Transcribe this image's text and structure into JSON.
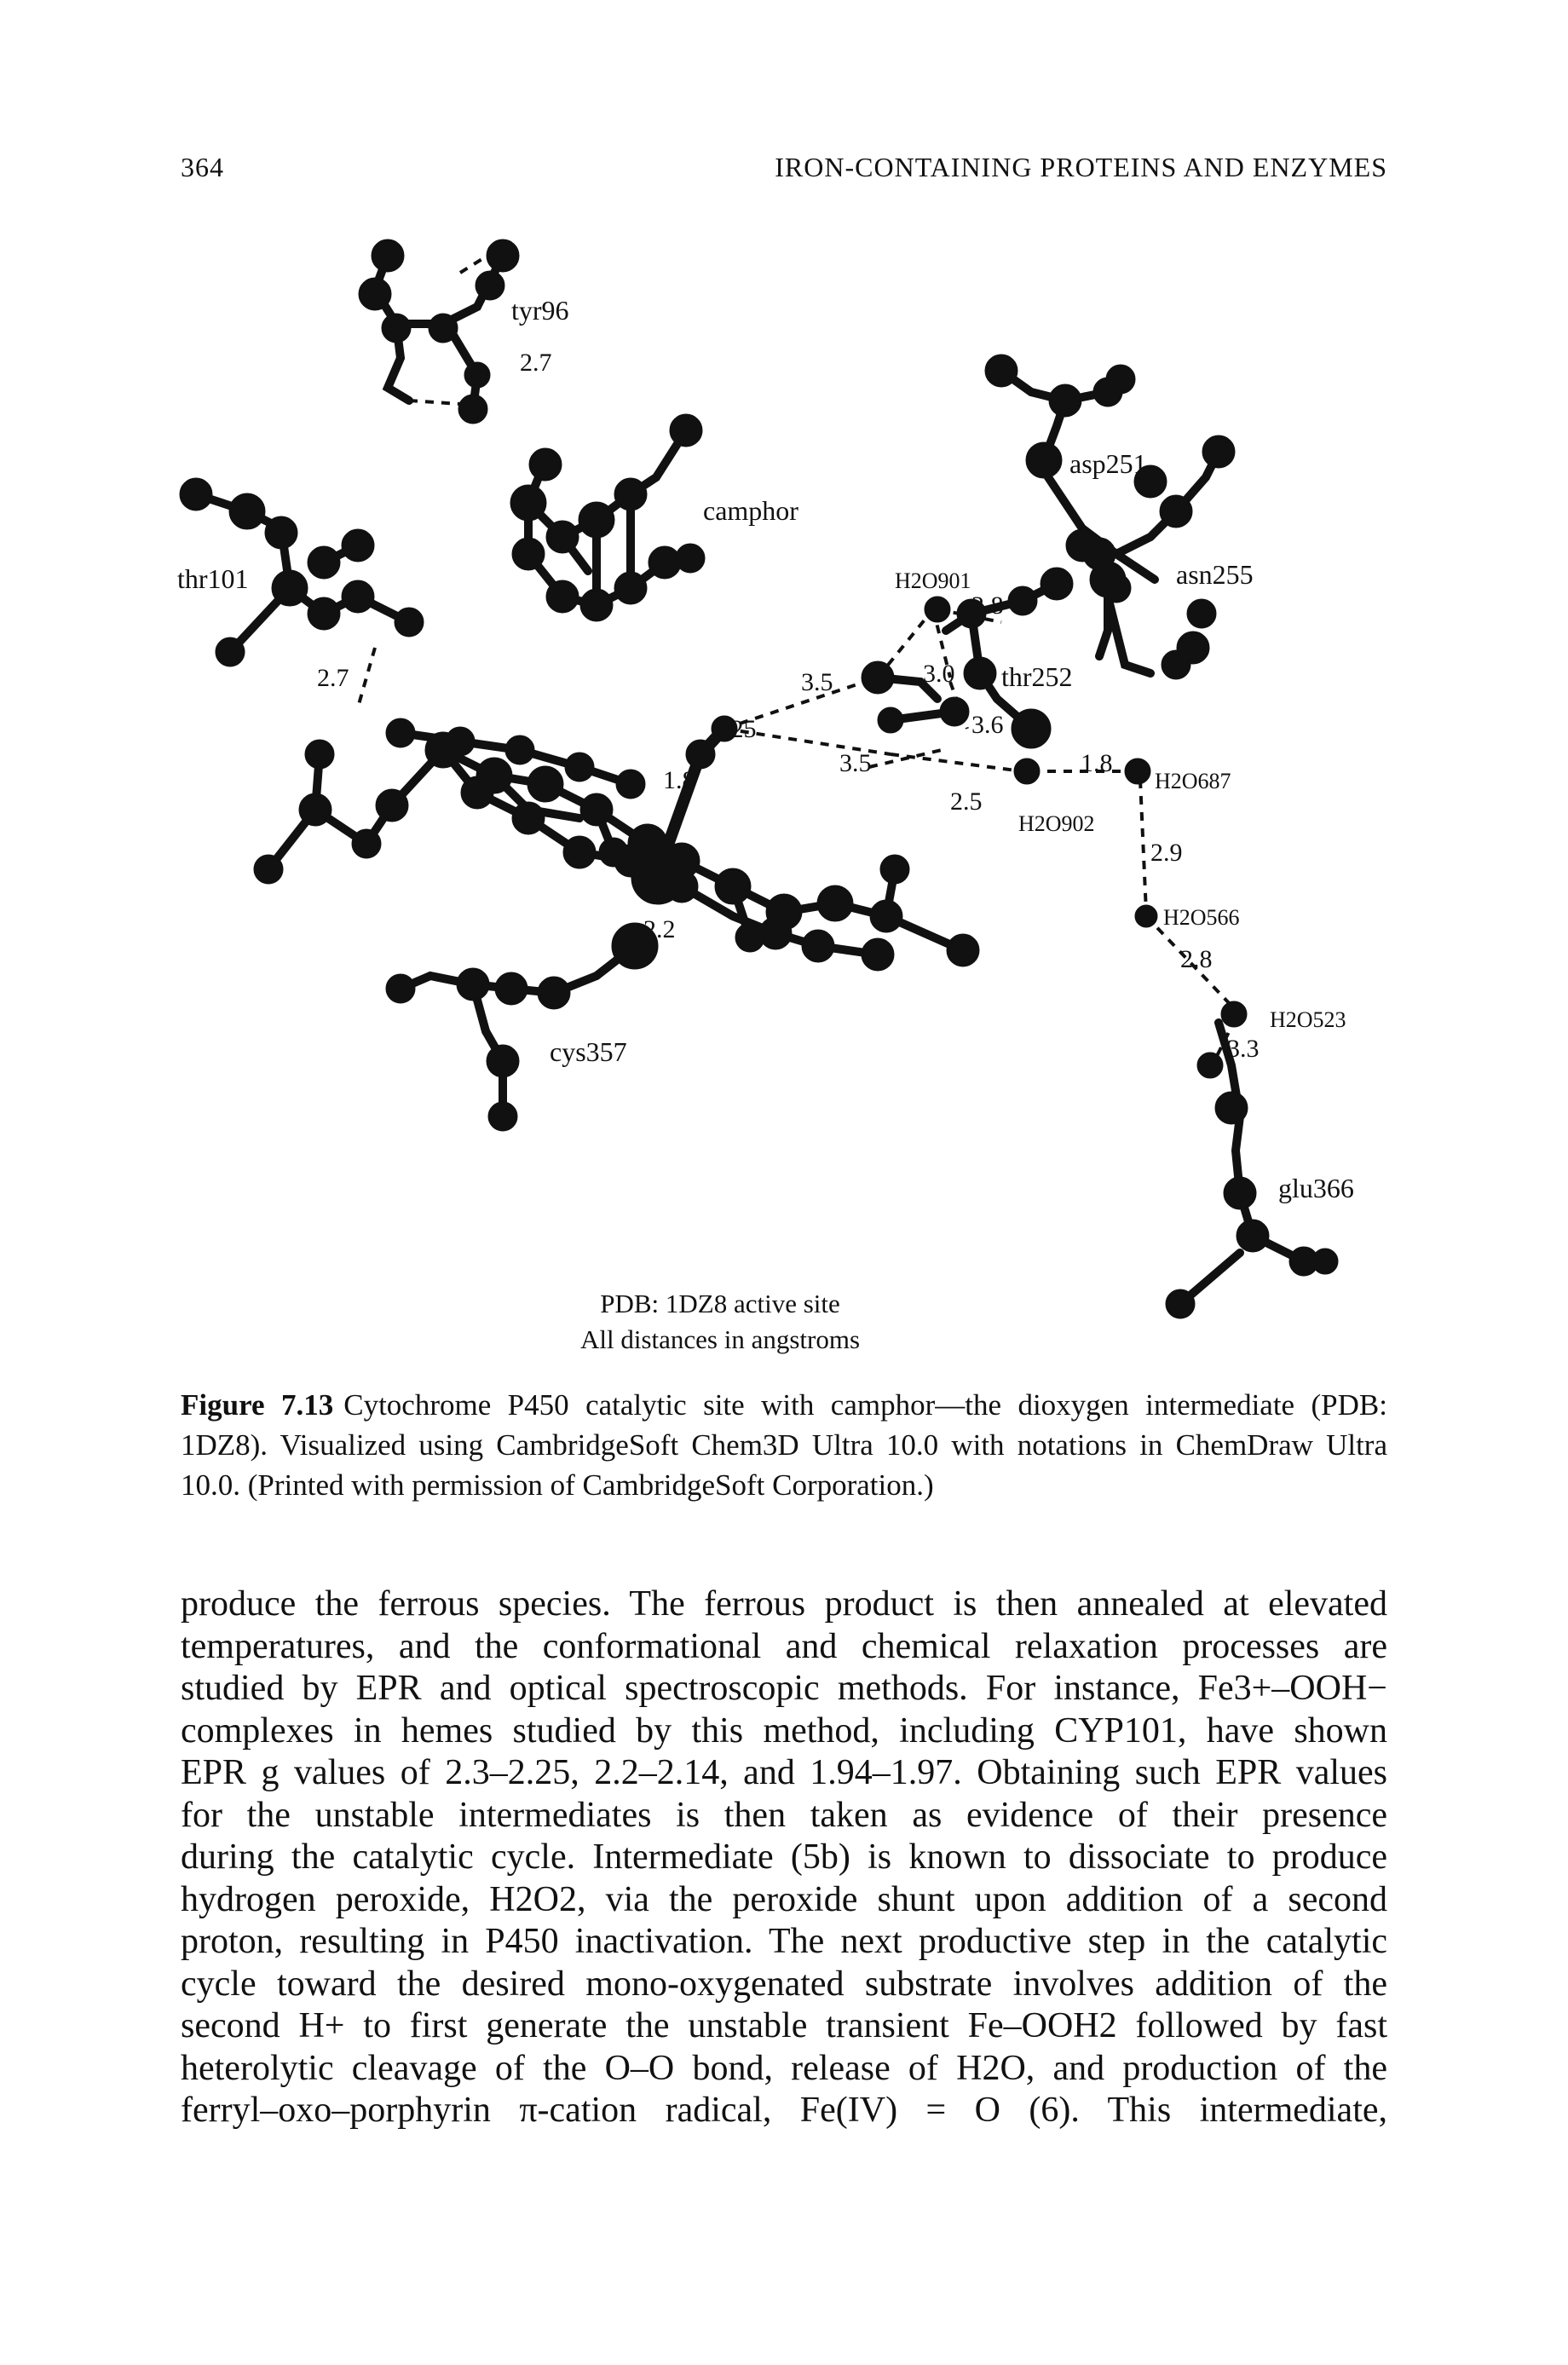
{
  "header": {
    "page_number": "364",
    "running_title": "IRON-CONTAINING PROTEINS AND ENZYMES"
  },
  "figure": {
    "residue_labels": {
      "tyr96": "tyr96",
      "camphor": "camphor",
      "thr101": "thr101",
      "asp251": "asp251",
      "asn255": "asn255",
      "thr252": "thr252",
      "cys357": "cys357",
      "glu366": "glu366"
    },
    "water_labels": {
      "h2o901": "H2O901",
      "h2o902": "H2O902",
      "h2o687": "H2O687",
      "h2o566": "H2O566",
      "h2o523": "H2O523"
    },
    "distances": {
      "d_tyr": "2.7",
      "d_thr101": "2.7",
      "d_901": "2.8",
      "d_30": "3.0",
      "d_35a": "3.5",
      "d_36": "3.6",
      "d_125": "1.25",
      "d_18a": "1.8",
      "d_35b": "3.5",
      "d_25": "2.5",
      "d_18b": "1.8",
      "d_29": "2.9",
      "d_22": "2.2",
      "d_28b": "2.8",
      "d_33": "3.3"
    },
    "pdb_note": "PDB: 1DZ8 active site",
    "units_note": "All distances in angstroms"
  },
  "caption": {
    "label": "Figure 7.13",
    "text": "Cytochrome P450 catalytic site with camphor—the dioxygen intermediate (PDB: 1DZ8). Visualized using CambridgeSoft Chem3D Ultra 10.0 with notations in ChemDraw Ultra 10.0. (Printed with permission of CambridgeSoft Corporation.)"
  },
  "body_lines": [
    "produce the ferrous species. The ferrous product is then annealed at elevated",
    "temperatures, and the conformational and chemical relaxation processes are",
    "studied by EPR and optical spectroscopic methods. For instance, Fe3+–OOH−",
    "complexes in hemes studied by this method, including CYP101, have shown",
    "EPR g values of 2.3–2.25, 2.2–2.14, and 1.94–1.97. Obtaining such EPR values",
    "for the unstable intermediates is then taken as evidence of their presence",
    "during the catalytic cycle. Intermediate (5b) is known to dissociate to produce",
    "hydrogen peroxide, H2O2, via the peroxide shunt upon addition of a second",
    "proton, resulting in P450 inactivation. The next productive step in the catalytic",
    "cycle toward the desired mono-oxygenated substrate involves addition of the",
    "second H+ to first generate the unstable transient Fe–OOH2 followed by fast",
    "heterolytic cleavage of the O–O bond, release of H2O, and production of the",
    "ferryl–oxo–porphyrin π-cation radical, Fe(IV) = O (6). This intermediate,"
  ]
}
